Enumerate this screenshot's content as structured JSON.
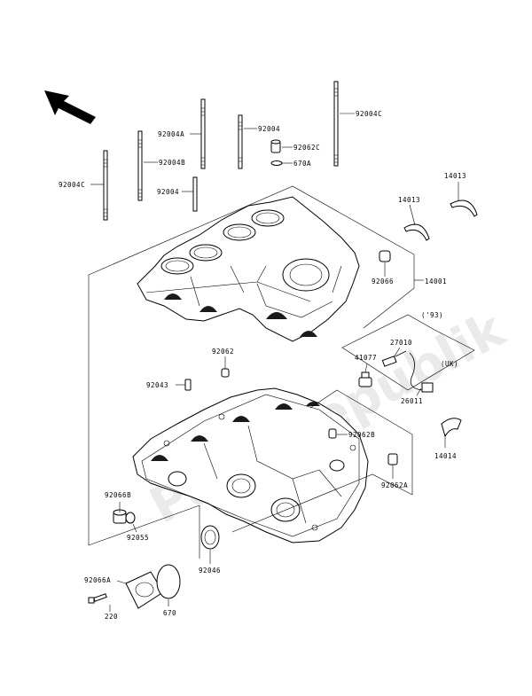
{
  "watermark": "PartsRepublik",
  "parts": [
    {
      "id": "p92004C_top",
      "label": "92004C"
    },
    {
      "id": "p92004",
      "label": "92004"
    },
    {
      "id": "p92004A",
      "label": "92004A"
    },
    {
      "id": "p92062C",
      "label": "92062C"
    },
    {
      "id": "p670A",
      "label": "670A"
    },
    {
      "id": "p92004B",
      "label": "92004B"
    },
    {
      "id": "p14013_r",
      "label": "14013"
    },
    {
      "id": "p92004C_left",
      "label": "92004C"
    },
    {
      "id": "p92004_mid",
      "label": "92004"
    },
    {
      "id": "p14013_l",
      "label": "14013"
    },
    {
      "id": "p92066",
      "label": "92066"
    },
    {
      "id": "p14001",
      "label": "14001"
    },
    {
      "id": "p93",
      "label": "('93)"
    },
    {
      "id": "p27010",
      "label": "27010"
    },
    {
      "id": "p41077",
      "label": "41077"
    },
    {
      "id": "p92062",
      "label": "92062"
    },
    {
      "id": "pUK",
      "label": "(UK)"
    },
    {
      "id": "p92043",
      "label": "92043"
    },
    {
      "id": "p26011",
      "label": "26011"
    },
    {
      "id": "p92062B",
      "label": "92062B"
    },
    {
      "id": "p14014",
      "label": "14014"
    },
    {
      "id": "p92062A",
      "label": "92062A"
    },
    {
      "id": "p92066B",
      "label": "92066B"
    },
    {
      "id": "p92055",
      "label": "92055"
    },
    {
      "id": "p92046",
      "label": "92046"
    },
    {
      "id": "p92066A",
      "label": "92066A"
    },
    {
      "id": "p670",
      "label": "670"
    },
    {
      "id": "p220",
      "label": "220"
    }
  ]
}
